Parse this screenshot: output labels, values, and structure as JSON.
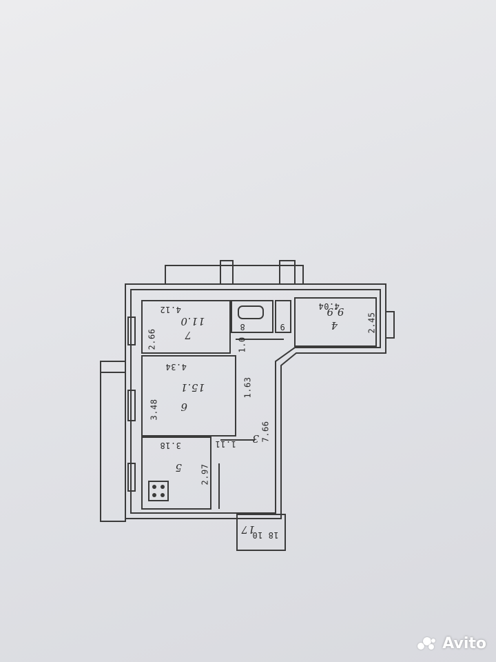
{
  "floor_plan": {
    "rooms": [
      {
        "number": "7",
        "area": "11.0"
      },
      {
        "number": "6",
        "area": "15.1"
      },
      {
        "number": "5",
        "area": ""
      },
      {
        "number": "4",
        "area": "9.9"
      },
      {
        "number": "3",
        "area": ""
      },
      {
        "number": "17",
        "area": ""
      }
    ],
    "dimensions": {
      "r7_width": "4.12",
      "r7_height": "2.66",
      "r6_width": "4.34",
      "r6_height": "3.48",
      "r5_width": "3.18",
      "r5_height": "2.97",
      "r4_width": "4.04",
      "r4_height": "2.45",
      "hall_width": "1.63",
      "hall_length": "7.66",
      "corridor_small": "1.11",
      "corridor_top": "1.0",
      "bath": "8",
      "wc": "9",
      "closet": "18 10"
    }
  },
  "watermark": {
    "text": "Avito"
  }
}
